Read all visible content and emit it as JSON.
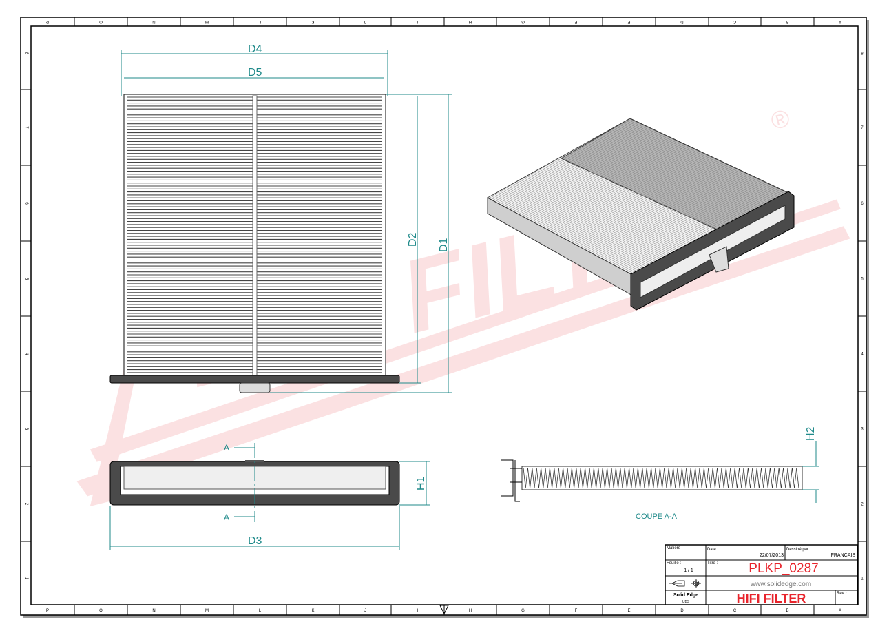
{
  "sheet": {
    "columns_bottom": [
      "P",
      "O",
      "N",
      "M",
      "L",
      "K",
      "J",
      "I",
      "H",
      "G",
      "F",
      "E",
      "D",
      "C",
      "B",
      "A"
    ],
    "columns_top": [
      "P",
      "O",
      "N",
      "M",
      "L",
      "K",
      "J",
      "I",
      "H",
      "G",
      "F",
      "E",
      "D",
      "C",
      "B",
      "A"
    ],
    "rows": [
      "8",
      "7",
      "6",
      "5",
      "4",
      "3",
      "2",
      "1"
    ]
  },
  "watermark": {
    "text": "HIFI FILTER",
    "registered": "®",
    "color": "#e8242c"
  },
  "dimensions": {
    "d1": "D1",
    "d2": "D2",
    "d3": "D3",
    "d4": "D4",
    "d5": "D5",
    "h1": "H1",
    "h2": "H2",
    "section_mark": "A",
    "section_label": "COUPE A-A",
    "color": "#1f8a8a"
  },
  "title_block": {
    "material_label": "Matière :",
    "date_label": "Date :",
    "date_value": "22/07/2013",
    "drawn_by_label": "Dessiné par :",
    "drawn_by_value": "FRANCAIS",
    "sheet_label": "Feuille :",
    "sheet_value": "1 / 1",
    "title_label": "Titre :",
    "title_value": "PLKP_0287",
    "website": "www.solidedge.com",
    "software": "Solid Edge",
    "software_sub": "UBS",
    "company": "HIFI FILTER",
    "rev_label": "Rév. :",
    "accent": "#e8242c"
  }
}
